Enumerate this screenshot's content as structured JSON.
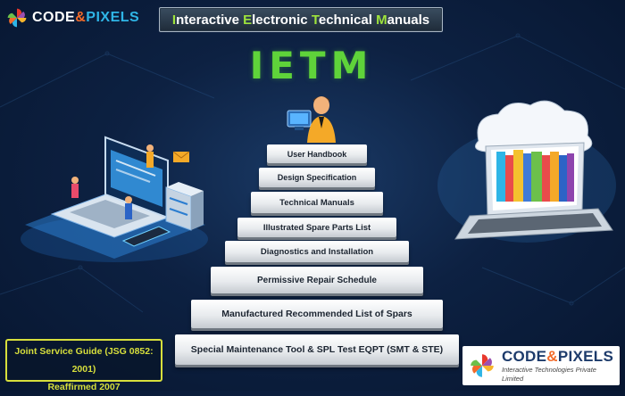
{
  "brand": {
    "name_part1": "CODE",
    "ampersand": "&",
    "name_part2": "PIXELS",
    "tagline": "Interactive Technologies Private Limited"
  },
  "banner": {
    "words": [
      {
        "initial": "I",
        "rest": "nteractive "
      },
      {
        "initial": "E",
        "rest": "lectronic "
      },
      {
        "initial": "T",
        "rest": "echnical "
      },
      {
        "initial": "M",
        "rest": "anuals"
      }
    ]
  },
  "acronym": "IETM",
  "stairs": [
    "User Handbook",
    "Design Specification",
    "Technical Manuals",
    "Illustrated Spare Parts List",
    "Diagnostics and Installation",
    "Permissive Repair Schedule",
    "Manufactured Recommended List of Spars",
    "Special Maintenance Tool & SPL Test EQPT (SMT & STE)"
  ],
  "guide": {
    "line1": "Joint Service Guide (JSG 0852: 2001)",
    "line2": "Reaffirmed 2007"
  },
  "colors": {
    "accent_green": "#5fd33a",
    "banner_initial": "#9ee33c",
    "guide_yellow": "#d7df3c",
    "brand_orange": "#f26b2a",
    "brand_blue": "#2fb5e6"
  },
  "icons": [
    "pinwheel-logo-icon",
    "user-at-computer-icon",
    "isometric-laptop-illustration",
    "cloud-laptop-books-illustration"
  ]
}
